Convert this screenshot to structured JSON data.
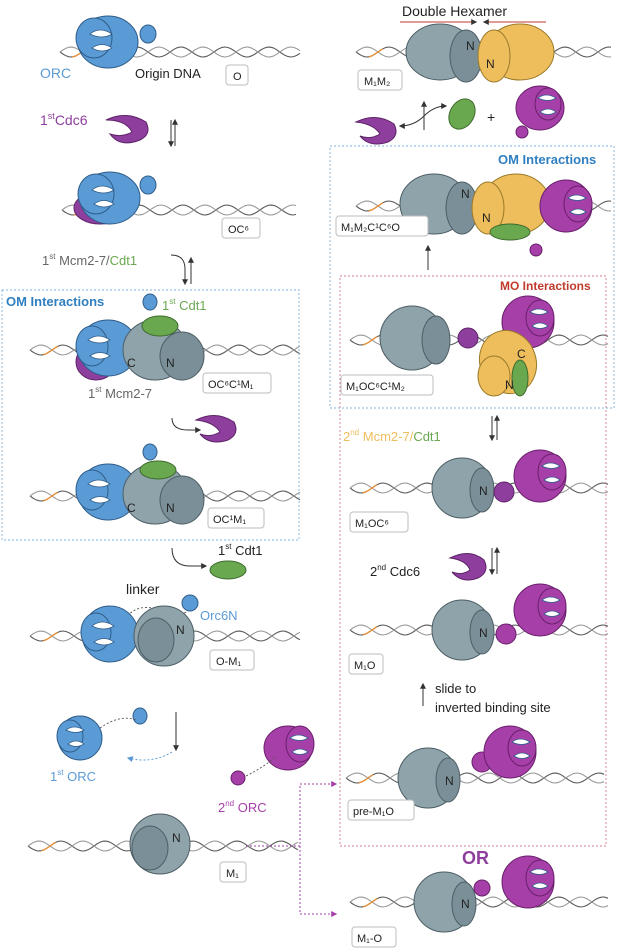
{
  "colors": {
    "orc": "#5b9bd5",
    "mcm": "#8fa3ab",
    "second_hexamer": "#eebd5c",
    "cdc6": "#8e3f9e",
    "second_orc": "#a640a8",
    "cdt1": "#6aa84f",
    "om_title": "#2f7fc1",
    "mo_title": "#c0392b"
  },
  "left": {
    "orc_label": "ORC",
    "origin_dna_label": "Origin DNA",
    "state_o": "O",
    "first_cdc6_sup": "st",
    "first_cdc6_pre": "1",
    "first_cdc6_name": "Cdc6",
    "state_oc6": "OC⁶",
    "step_mcm_pre": "1",
    "step_mcm_sup": "st",
    "step_mcm_name": " Mcm2-7/",
    "step_mcm_cdt1": "Cdt1",
    "om_interactions": "OM Interactions",
    "first_cdt1_pre": "1",
    "first_cdt1_sup": "st",
    "first_cdt1_name": " Cdt1",
    "first_mcm_pre": "1",
    "first_mcm_sup": "st",
    "first_mcm_name": " Mcm2-7",
    "state_oc6c1m1": "OC⁶C¹M₁",
    "state_oc1m1": "OC¹M₁",
    "release_cdt1_pre": "1",
    "release_cdt1_sup": "st",
    "release_cdt1_name": " Cdt1",
    "linker_label": "linker",
    "orc6n_label": "Orc6N",
    "state_om1": "O-M₁",
    "first_orc_pre": "1",
    "first_orc_sup": "st",
    "first_orc_name": " ORC",
    "second_orc_pre": "2",
    "second_orc_sup": "nd",
    "second_orc_name": " ORC",
    "state_m1": "M₁",
    "ring_c": "C",
    "ring_n": "N"
  },
  "right": {
    "double_hexamer_title": "Double Hexamer",
    "state_m1m2": "M₁M₂",
    "plus_sign": "+",
    "om_interactions": "OM Interactions",
    "state_m1m2c1c6o": "M₁M₂C¹C⁶O",
    "mo_interactions": "MO Interactions",
    "state_m1oc6c1m2": "M₁OC⁶C¹M₂",
    "step_mcm_pre": "2",
    "step_mcm_sup": "nd",
    "step_mcm_name": " Mcm2-7/",
    "step_mcm_cdt1": "Cdt1",
    "state_m1oc6": "M₁OC⁶",
    "second_cdc6_pre": "2",
    "second_cdc6_sup": "nd",
    "second_cdc6_name": " Cdc6",
    "state_m1o": "M₁O",
    "slide_line1": "slide to",
    "slide_line2": "inverted binding site",
    "state_pre_m1o": "pre-M₁O",
    "or_label": "OR",
    "state_m1_o": "M₁-O"
  }
}
